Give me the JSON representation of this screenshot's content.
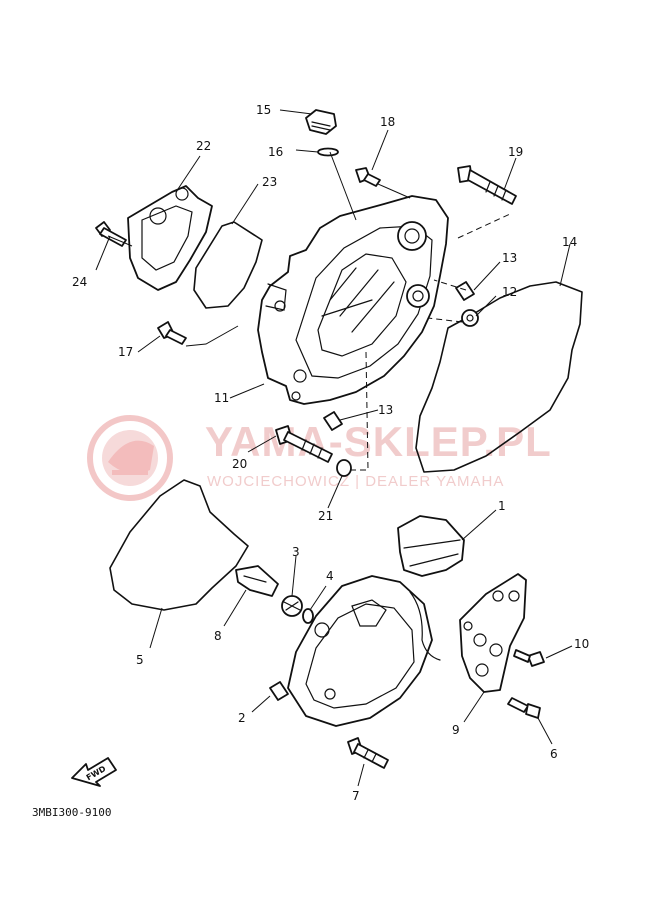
{
  "diagram": {
    "code": "3MBI300-9100",
    "fwd_label": "FWD",
    "watermark": {
      "title": "YAMA-SKLEP.PL",
      "subtitle": "WOJCIECHOWICZ | DEALER YAMAHA",
      "color": "#e89090"
    },
    "callouts": [
      "1",
      "2",
      "3",
      "4",
      "5",
      "6",
      "7",
      "8",
      "9",
      "10",
      "11",
      "12",
      "13",
      "13",
      "14",
      "15",
      "16",
      "17",
      "18",
      "19",
      "20",
      "21",
      "22",
      "23",
      "24"
    ]
  }
}
